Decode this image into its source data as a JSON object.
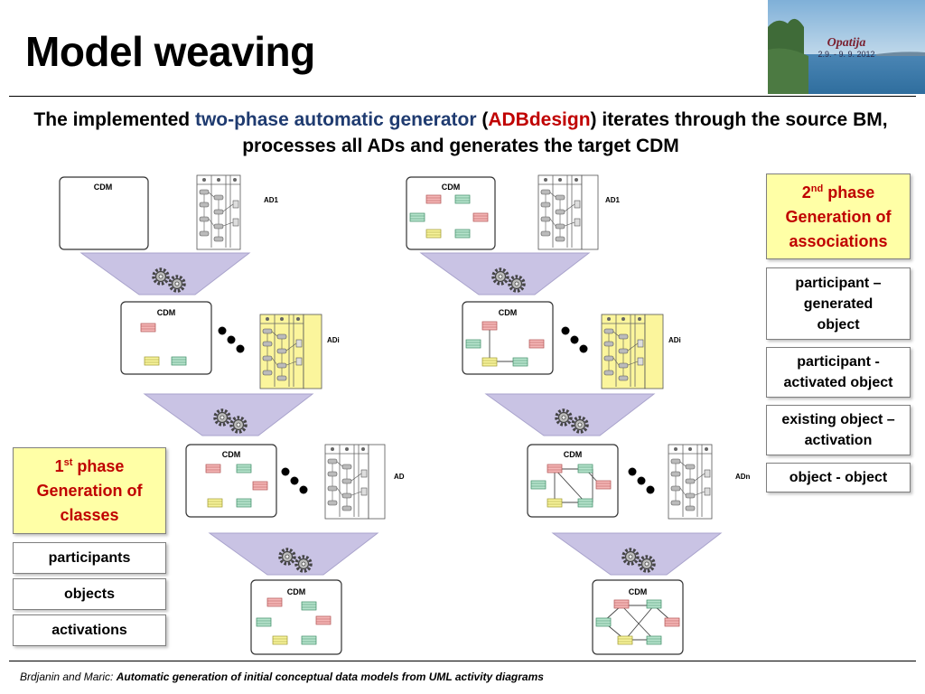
{
  "slide": {
    "title": "Model weaving",
    "photo": {
      "title": "Opatija",
      "dates": "2.9. - 9. 9. 2012"
    },
    "subtitle": {
      "part1": "The implemented ",
      "highlight1": "two-phase automatic generator",
      "part2": " (",
      "highlight2": "ADBdesign",
      "part3": ") iterates through the source BM, processes all ADs and generates the target CDM"
    },
    "footer": {
      "authors": "Brdjanin and Maric: ",
      "paper_title": "Automatic generation of initial conceptual data models  from UML activity diagrams"
    }
  },
  "phase1": {
    "superscript_number": "1",
    "superscript": "st",
    "word": " phase",
    "description": "Generation of classes",
    "items": [
      "participants",
      "objects",
      "activations"
    ]
  },
  "phase2": {
    "superscript_number": "2",
    "superscript": "nd",
    "word": " phase",
    "description": "Generation of associations",
    "items": [
      "participant – generated object",
      "participant - activated object",
      "existing object – activation",
      "object - object"
    ]
  },
  "diagram": {
    "cdm_label": "CDM",
    "ad_labels": [
      "AD1",
      "ADi",
      "AD",
      "AD1",
      "ADi",
      "ADn"
    ],
    "colors": {
      "funnel": "#c9c3e4",
      "class_red": "#f4b6b6",
      "class_green": "#b6e3cc",
      "class_yellow": "#f7f39a",
      "ad_highlight": "#fbf59c",
      "phase_box": "#ffffa6",
      "accent_red": "#c00000",
      "accent_blue": "#1f3b70"
    }
  }
}
